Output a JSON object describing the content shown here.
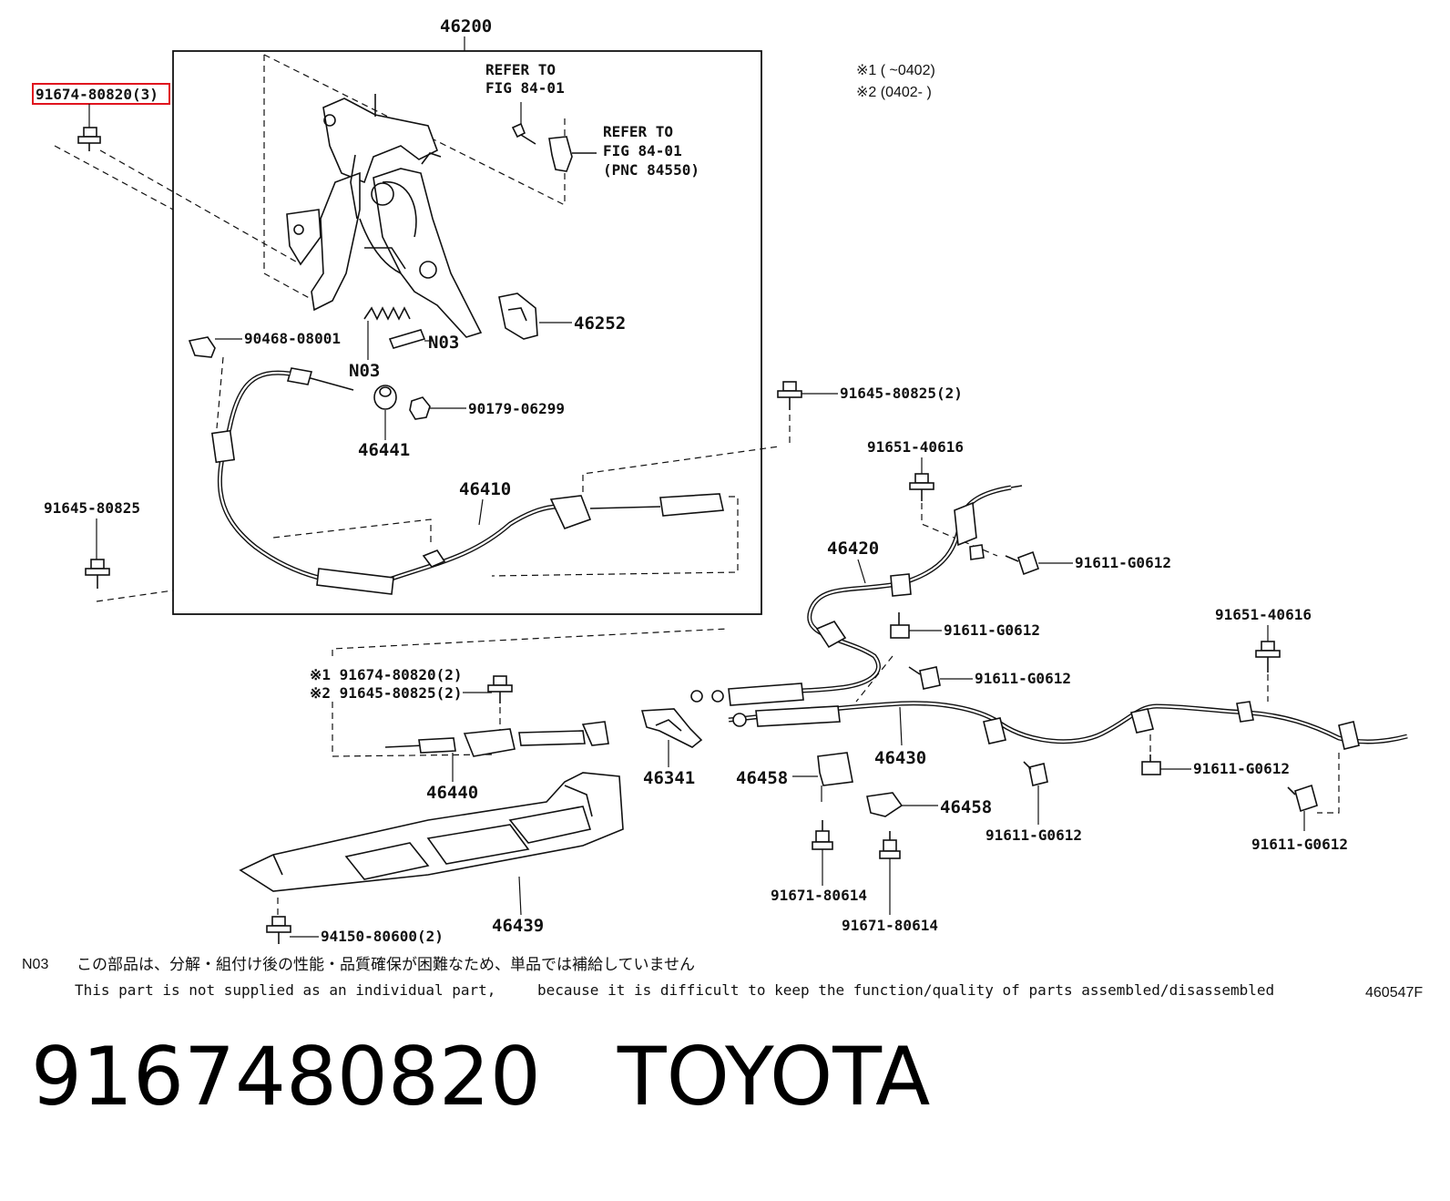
{
  "header": {
    "assembly_number": "46200",
    "refer_1": [
      "REFER TO",
      "FIG 84-01"
    ],
    "refer_2": [
      "REFER TO",
      "FIG 84-01",
      "(PNC 84550)"
    ],
    "legend_1": "※1 (     ~0402)",
    "legend_2": "※2 (0402-     )"
  },
  "labels": {
    "p91674_highlight": "91674-80820(3)",
    "p46252": "46252",
    "p90468": "90468-08001",
    "n03_a": "N03",
    "n03_b": "N03",
    "p90179": "90179-06299",
    "p46441": "46441",
    "p91645_2": "91645-80825(2)",
    "p46410": "46410",
    "p91645_single": "91645-80825",
    "p91651_a": "91651-40616",
    "p91611_a": "91611-G0612",
    "p46420": "46420",
    "p91611_b": "91611-G0612",
    "p91611_c": "91611-G0612",
    "p91651_b": "91651-40616",
    "note1": "※1 91674-80820(2)",
    "note2": "※2 91645-80825(2)",
    "p46440": "46440",
    "p46341": "46341",
    "p46458_a": "46458",
    "p46430": "46430",
    "p46458_b": "46458",
    "p91611_d": "91611-G0612",
    "p91611_e": "91611-G0612",
    "p91611_f": "91611-G0612",
    "p91671_a": "91671-80614",
    "p91671_b": "91671-80614",
    "p46439": "46439",
    "p94150": "94150-80600(2)"
  },
  "footnote": {
    "code": "N03",
    "japanese": "この部品は、分解・組付け後の性能・品質確保が困難なため、単品では補給していません",
    "english_1": "This part is not supplied as an individual part,",
    "english_2": "because it is difficult to keep the function/quality of parts assembled/disassembled",
    "figure_id": "460547F"
  },
  "title": {
    "part_number": "9167480820",
    "brand": "TOYOTA"
  },
  "colors": {
    "highlight": "#e0141e",
    "ink": "#111111"
  }
}
